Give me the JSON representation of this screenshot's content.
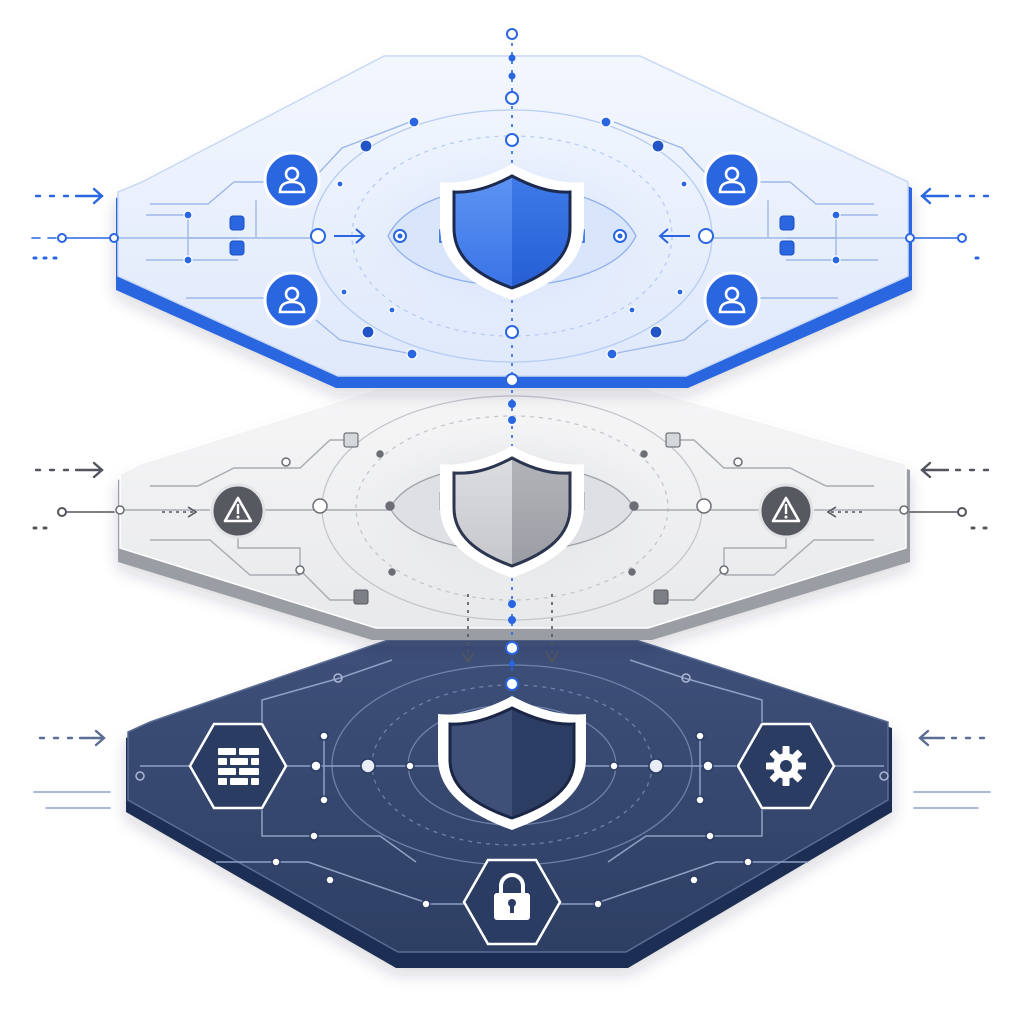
{
  "diagram": {
    "layers": [
      {
        "id": "identity",
        "theme": "light-blue",
        "center": "shield-icon",
        "nodes": [
          "user-icon",
          "user-icon",
          "user-icon",
          "user-icon"
        ],
        "colors": {
          "fill": "#e8effd",
          "edge": "#2f6fe6",
          "accent": "#2a66e0",
          "line": "#9fb8e8"
        }
      },
      {
        "id": "monitoring",
        "theme": "light-gray",
        "center": "shield-icon",
        "nodes": [
          "warning-icon",
          "warning-icon"
        ],
        "colors": {
          "fill": "#eeeff1",
          "edge": "#9a9da3",
          "accent": "#52555c",
          "line": "#b7bac0"
        }
      },
      {
        "id": "infrastructure",
        "theme": "navy",
        "center": "shield-icon",
        "nodes": [
          "firewall-icon",
          "gear-icon",
          "lock-icon"
        ],
        "colors": {
          "fill": "#34456c",
          "edge": "#24345a",
          "accent": "#ffffff",
          "line": "#8ea0c4"
        }
      }
    ],
    "connector": "dotted-vertical-line",
    "inputs": "arrow-icon"
  }
}
